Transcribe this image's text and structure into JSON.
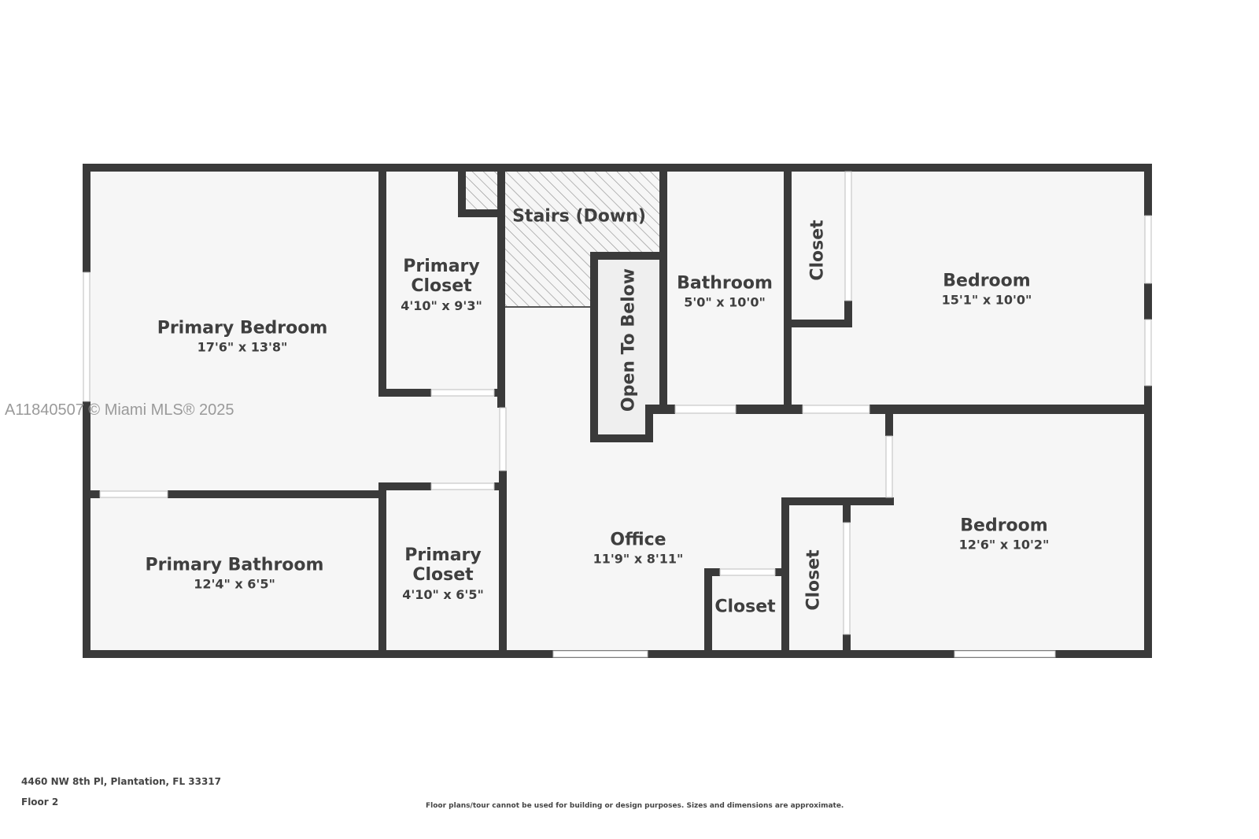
{
  "floorplan": {
    "colors": {
      "wall": "#3a3a3a",
      "floor": "#f6f6f6",
      "window": "#ffffff",
      "hatch": "#888888"
    },
    "rooms": [
      {
        "id": "primary-bedroom",
        "name": "Primary Bedroom",
        "dims": "17'6\" x 13'8\""
      },
      {
        "id": "primary-closet-1",
        "name": "Primary\nCloset",
        "name_line1": "Primary",
        "name_line2": "Closet",
        "dims": "4'10\" x 9'3\""
      },
      {
        "id": "stairs",
        "name": "Stairs (Down)"
      },
      {
        "id": "open-to-below",
        "name": "Open To Below"
      },
      {
        "id": "bathroom",
        "name": "Bathroom",
        "dims": "5'0\" x 10'0\""
      },
      {
        "id": "closet-top",
        "name": "Closet"
      },
      {
        "id": "bedroom-1",
        "name": "Bedroom",
        "dims": "15'1\" x 10'0\""
      },
      {
        "id": "primary-bathroom",
        "name": "Primary Bathroom",
        "dims": "12'4\" x 6'5\""
      },
      {
        "id": "primary-closet-2",
        "name_line1": "Primary",
        "name_line2": "Closet",
        "dims": "4'10\" x 6'5\""
      },
      {
        "id": "office",
        "name": "Office",
        "dims": "11'9\" x 8'11\""
      },
      {
        "id": "closet-small",
        "name": "Closet"
      },
      {
        "id": "closet-vertical",
        "name": "Closet"
      },
      {
        "id": "bedroom-2",
        "name": "Bedroom",
        "dims": "12'6\" x 10'2\""
      }
    ]
  },
  "watermark": "A11840507 © Miami MLS® 2025",
  "footer": {
    "address": "4460 NW 8th Pl, Plantation, FL 33317",
    "floor": "Floor 2",
    "disclaimer": "Floor plans/tour cannot be used for building or design purposes. Sizes and dimensions are approximate."
  }
}
